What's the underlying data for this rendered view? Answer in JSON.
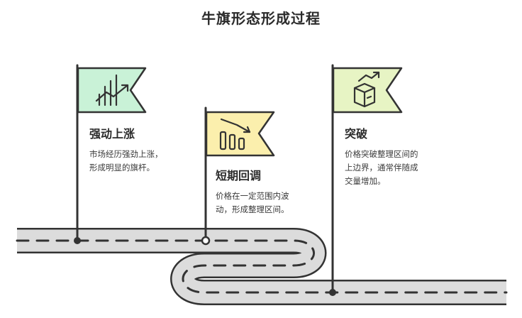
{
  "diagram": {
    "title": "牛旗形态形成过程",
    "colors": {
      "road": "#dcdcdc",
      "road_outline": "#333333",
      "dash": "#333333",
      "pole": "#333333",
      "flag_green": "#c9f2d7",
      "flag_yellow": "#fbefad",
      "flag_lime": "#e7f4c4",
      "icon_stroke": "#333333"
    },
    "steps": [
      {
        "id": "strong-rise",
        "title": "强动上涨",
        "desc_lines": [
          "市场经历强劲上涨，",
          "形成明显的旗杆。"
        ],
        "flag_color": "flag_green",
        "icon": "chart-rising-icon"
      },
      {
        "id": "pullback",
        "title": "短期回调",
        "desc_lines": [
          "价格在一定范围内波",
          "动，形成整理区间。"
        ],
        "flag_color": "flag_yellow",
        "icon": "chart-declining-icon"
      },
      {
        "id": "breakout",
        "title": "突破",
        "desc_lines": [
          "价格突破整理区间的",
          "上边界，通常伴随成",
          "交量增加。"
        ],
        "flag_color": "flag_lime",
        "icon": "box-breakout-icon"
      }
    ]
  }
}
